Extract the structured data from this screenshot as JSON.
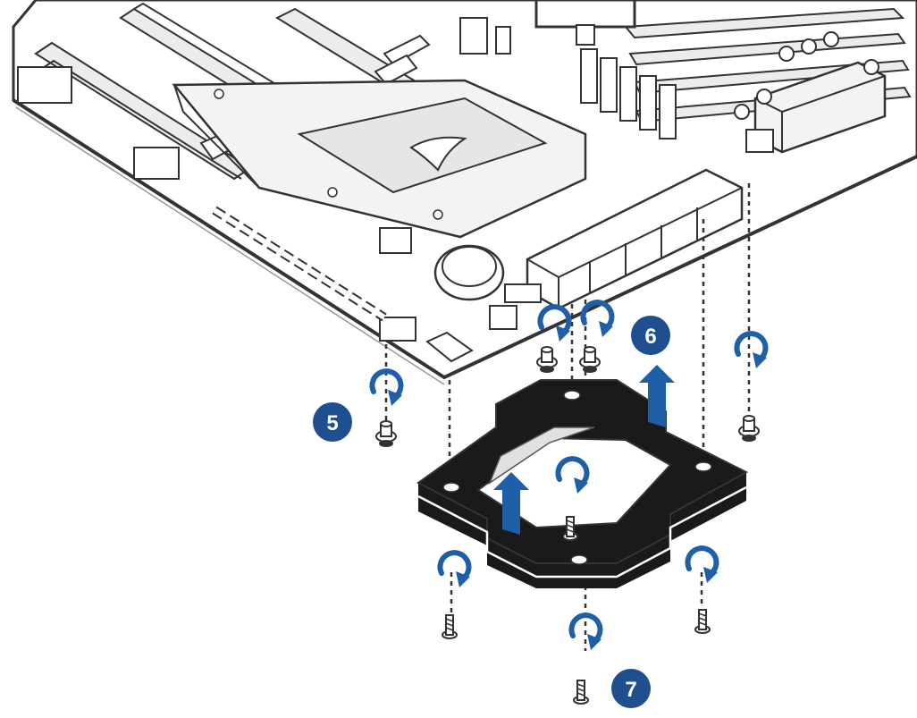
{
  "diagram": {
    "steps": [
      {
        "label": "5"
      },
      {
        "label": "6"
      },
      {
        "label": "7"
      }
    ],
    "colors": {
      "line": "#333333",
      "board_fill": "#ffffff",
      "board_shade": "#e8e8e8",
      "backplate": "#1a1a1a",
      "backplate_edge": "#ffffff",
      "accent": "#1f5fa8",
      "badge": "#1f4f8f"
    },
    "icons": [
      "motherboard-illustration",
      "backplate-illustration",
      "screw-icon",
      "standoff-icon",
      "rotate-arrow-icon",
      "lift-arrow-icon"
    ]
  }
}
